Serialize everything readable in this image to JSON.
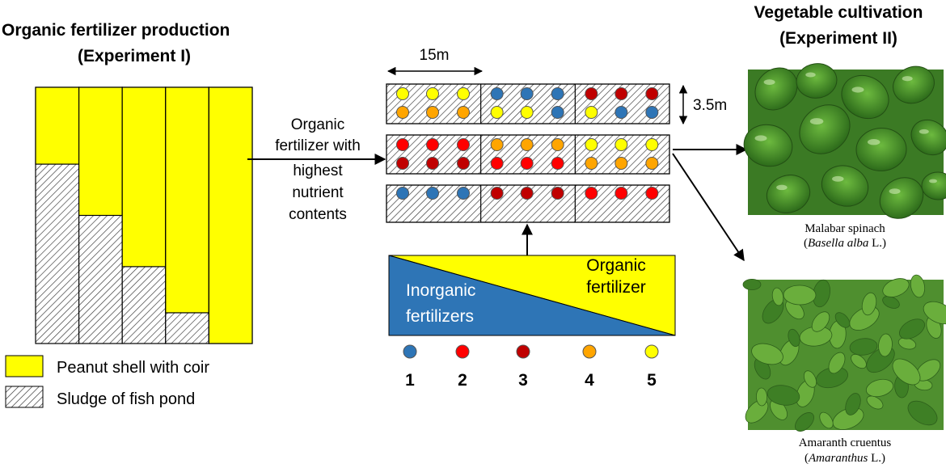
{
  "experiment1": {
    "title_line1": "Organic fertilizer production",
    "title_line2": "(Experiment I)",
    "bars": [
      {
        "coir_fraction": 0.3
      },
      {
        "coir_fraction": 0.5
      },
      {
        "coir_fraction": 0.7
      },
      {
        "coir_fraction": 0.88
      },
      {
        "coir_fraction": 1.0
      }
    ],
    "legend": {
      "coir": "Peanut shell with coir",
      "sludge": "Sludge of fish pond"
    }
  },
  "flow_label": [
    "Organic",
    "fertilizer with",
    "highest",
    "nutrient",
    "contents"
  ],
  "field": {
    "width_label": "15m",
    "height_label": "3.5m",
    "rows": [
      [
        [
          5,
          5,
          5,
          4,
          4,
          4
        ],
        [
          1,
          1,
          1,
          5,
          5,
          1
        ],
        [
          3,
          3,
          3,
          5,
          1,
          1
        ]
      ],
      [
        [
          2,
          2,
          2,
          3,
          3,
          3
        ],
        [
          4,
          4,
          4,
          2,
          2,
          2
        ],
        [
          5,
          5,
          5,
          4,
          4,
          4
        ]
      ],
      [
        [
          1,
          1,
          1
        ],
        [
          3,
          3,
          3
        ],
        [
          2,
          2,
          2
        ]
      ]
    ]
  },
  "gradient": {
    "inorganic": [
      "Inorganic",
      "fertilizers"
    ],
    "organic": [
      "Organic",
      "fertilizer"
    ]
  },
  "treatments": [
    {
      "label": "1",
      "color": "#2E75B6"
    },
    {
      "label": "2",
      "color": "#FF0000"
    },
    {
      "label": "3",
      "color": "#C00000"
    },
    {
      "label": "4",
      "color": "#FFA500"
    },
    {
      "label": "5",
      "color": "#FFFF00"
    }
  ],
  "experiment2": {
    "title_line1": "Vegetable cultivation",
    "title_line2": "(Experiment II)",
    "crop1": {
      "name": "Malabar spinach",
      "sci_open": "(",
      "sci_genus": "Basella alba",
      "sci_rest": " L.)"
    },
    "crop2": {
      "name": "Amaranth cruentus",
      "sci_open": "(",
      "sci_genus": "Amaranthus",
      "sci_rest": " L.)"
    }
  },
  "colors": {
    "coir": "#FFFF00",
    "inorganic": "#2E75B6",
    "organic": "#FFFF00",
    "leaf_dark": "#2E6B1E",
    "leaf_light": "#5FA338"
  }
}
